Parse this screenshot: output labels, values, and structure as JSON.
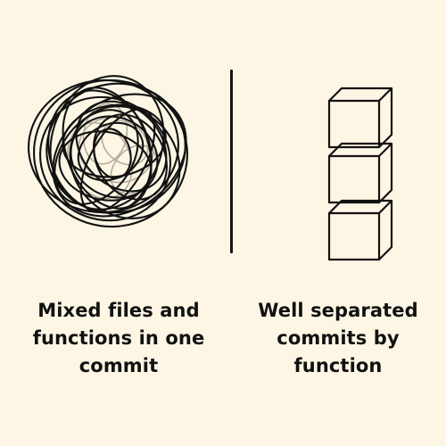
{
  "left": {
    "icon": "tangled-scribble",
    "caption_lines": [
      "Mixed files and",
      "functions in one",
      "commit"
    ]
  },
  "right": {
    "icon": "stacked-boxes",
    "caption_lines": [
      "Well separated",
      "commits by",
      "function"
    ]
  },
  "colors": {
    "background": "#fdf6e4",
    "ink": "#111111",
    "shadow_scribble": "#9b9385"
  }
}
